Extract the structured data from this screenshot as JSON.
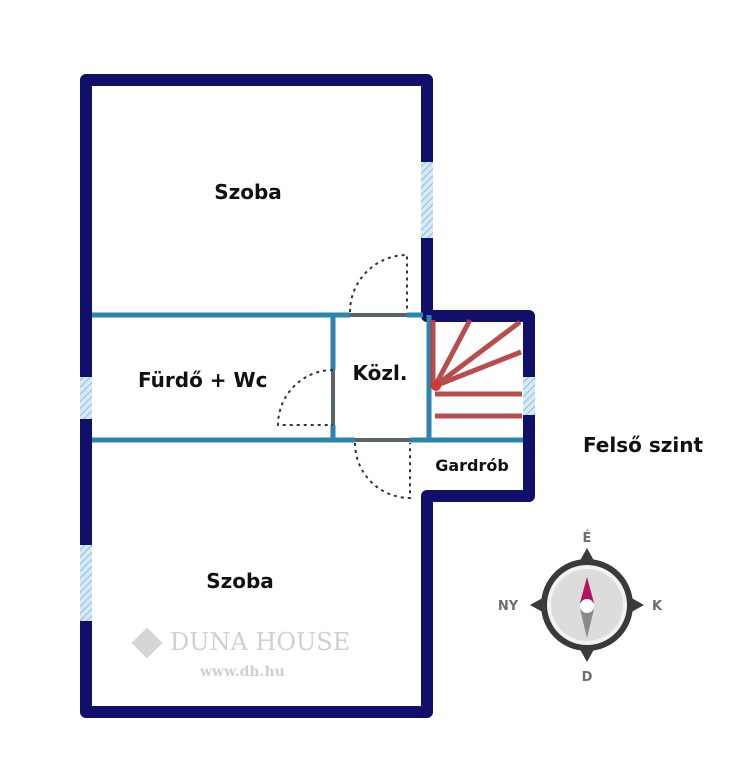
{
  "plan": {
    "level_label": "Felső szint",
    "rooms": [
      {
        "name": "Szoba"
      },
      {
        "name": "Fürdő + Wc"
      },
      {
        "name": "Közl."
      },
      {
        "name": "Gardrób"
      },
      {
        "name": "Szoba"
      }
    ]
  },
  "watermark": {
    "brand": "DUNA HOUSE",
    "url": "www.dh.hu"
  },
  "compass": {
    "north": "É",
    "east": "K",
    "south": "D",
    "west": "NY"
  },
  "colors": {
    "outer_wall": "#10106a",
    "inner_wall": "#2b84ad",
    "door_wall": "#5a6468",
    "stairs": "#b03a3a",
    "window": "#a9cfe6",
    "needle_north": "#b0155c"
  }
}
